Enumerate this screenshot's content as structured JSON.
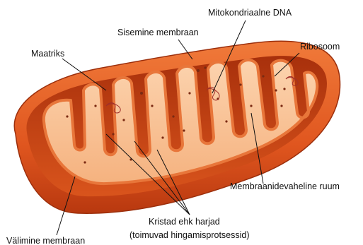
{
  "labels": {
    "mitochondrial_dna": "Mitokondriaalne DNA",
    "inner_membrane": "Sisemine membraan",
    "matrix": "Maatriks",
    "ribosome": "Ribosoom",
    "intermembrane_space": "Membraanidevaheline ruum",
    "cristae_line1": "Kristad ehk harjad",
    "cristae_line2": "(toimuvad hingamisprotsessid)",
    "outer_membrane": "Välimine membraan"
  },
  "colors": {
    "outer_membrane": "#e0561f",
    "outer_membrane_dark": "#b8380f",
    "intermembrane": "#c94416",
    "inner_membrane": "#f08a4a",
    "matrix": "#f9c49a",
    "granule": "#7a2a12",
    "dna": "#a0302a",
    "leader_line": "#111111"
  }
}
